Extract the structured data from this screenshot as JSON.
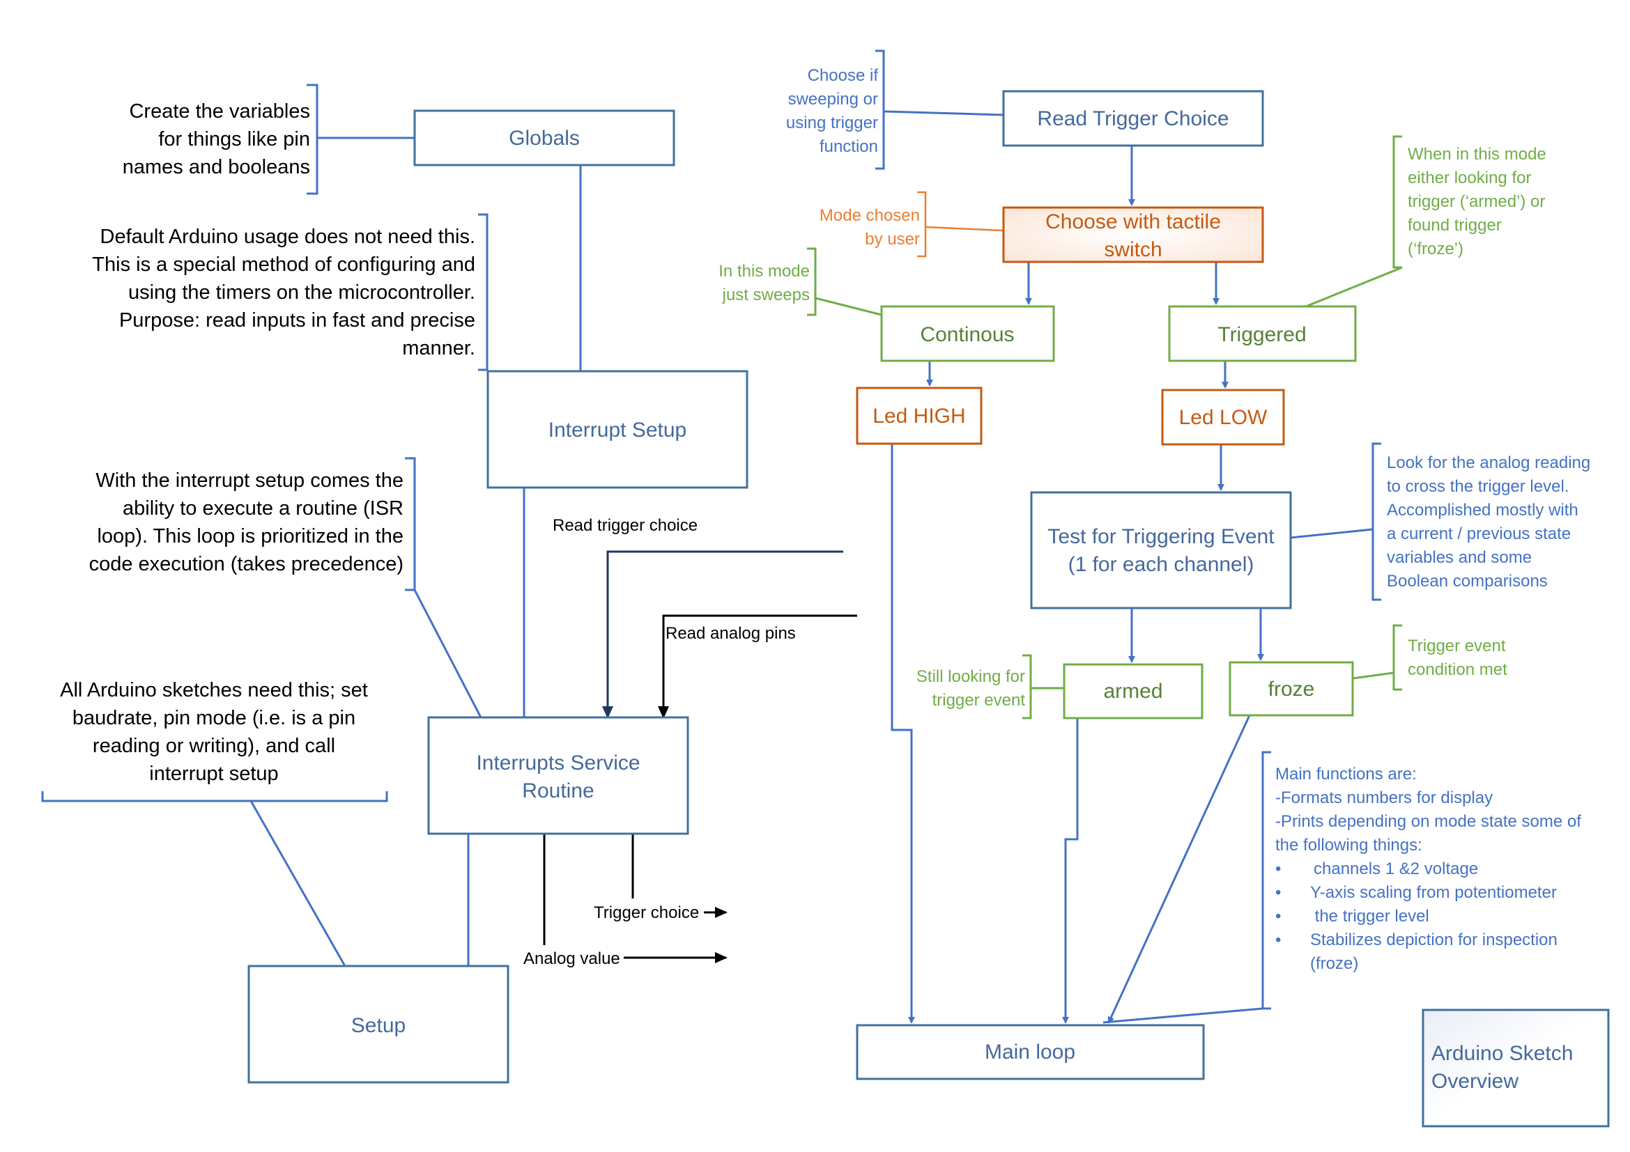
{
  "boxes": {
    "globals": "Globals",
    "interrupt_setup": "Interrupt Setup",
    "isr": [
      "Interrupts Service",
      "Routine"
    ],
    "setup": "Setup",
    "read_trigger_choice": "Read Trigger Choice",
    "choose_switch": [
      "Choose with tactile",
      "switch"
    ],
    "continous": "Continous",
    "triggered": "Triggered",
    "led_high": "Led HIGH",
    "led_low": "Led LOW",
    "test_trigger": [
      "Test for Triggering Event",
      "(1 for each channel)"
    ],
    "armed": "armed",
    "froze": "froze",
    "main_loop": "Main loop",
    "title": [
      "Arduino Sketch",
      "Overview"
    ]
  },
  "notes": {
    "globals_note": [
      "Create the variables",
      "for things like pin",
      "names and booleans"
    ],
    "interrupt_note": [
      "Default Arduino usage does not need this.",
      "This is a special method of configuring and",
      "using the timers on the microcontroller.",
      "Purpose: read inputs in fast and  precise",
      "manner."
    ],
    "isr_note": [
      "With the interrupt setup comes the",
      "ability to execute a routine (ISR",
      "loop). This loop is prioritized in the",
      "code execution (takes precedence)"
    ],
    "setup_note": [
      "All Arduino sketches need this; set",
      "baudrate, pin mode (i.e. is a pin",
      "reading or writing), and call",
      "interrupt setup"
    ],
    "read_trigger_note": [
      "Choose if",
      "sweeping or",
      "using trigger",
      "function"
    ],
    "mode_note": [
      "Mode chosen",
      "by user"
    ],
    "sweep_note": [
      "In this mode",
      "just sweeps"
    ],
    "triggered_note": [
      "When in this mode",
      "either looking for",
      "trigger (‘armed’) or",
      "found trigger",
      "(‘froze’)"
    ],
    "test_note": [
      "Look for the analog reading",
      "to cross the trigger level.",
      "Accomplished mostly with",
      "a current / previous state",
      "variables and some",
      "Boolean comparisons"
    ],
    "armed_note": [
      "Still looking for",
      "trigger event"
    ],
    "froze_note": [
      "Trigger event",
      "condition met"
    ],
    "main_note_header": [
      "Main functions are:",
      "-Formats numbers for display",
      "-Prints depending on mode state some of",
      "the following things:"
    ],
    "main_note_bullets": [
      "channels 1 &2 voltage",
      "Y-axis scaling from potentiometer",
      " the trigger level",
      "Stabilizes depiction for inspection"
    ],
    "main_note_tail": "(froze)"
  },
  "labels": {
    "read_trigger_choice": "Read trigger choice",
    "read_analog_pins": "Read analog pins",
    "trigger_choice": "Trigger choice",
    "analog_value": "Analog value",
    "bullet": "•"
  }
}
